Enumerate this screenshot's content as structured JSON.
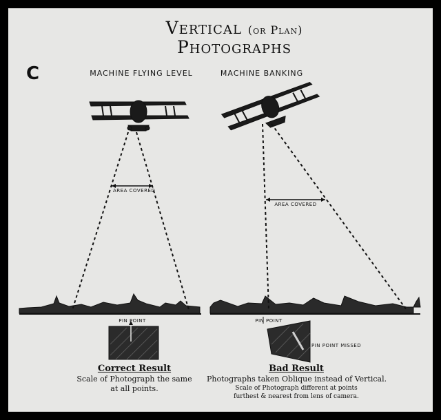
{
  "title": {
    "line1_main": "Vertical",
    "line1_paren": "(or Plan)",
    "line2": "Photographs"
  },
  "panel_letter": "C",
  "left_panel": {
    "heading": "MACHINE FLYING LEVEL",
    "area_label": "AREA COVERED",
    "pin_label": "PIN POINT",
    "result_title": "Correct Result",
    "result_line1": "Scale of Photograph the same",
    "result_line2": "at all points."
  },
  "right_panel": {
    "heading": "MACHINE BANKING",
    "area_label": "AREA COVERED",
    "pin_label": "PIN POINT",
    "missed_label": "PIN POINT MISSED",
    "result_title": "Bad Result",
    "result_line1": "Photographs taken Oblique instead of Vertical.",
    "result_line2": "Scale of Photograph different at points",
    "result_line3": "furthest & nearest from lens of camera."
  },
  "colors": {
    "ink": "#111111",
    "paper": "#e7e7e5",
    "border": "#000000"
  }
}
